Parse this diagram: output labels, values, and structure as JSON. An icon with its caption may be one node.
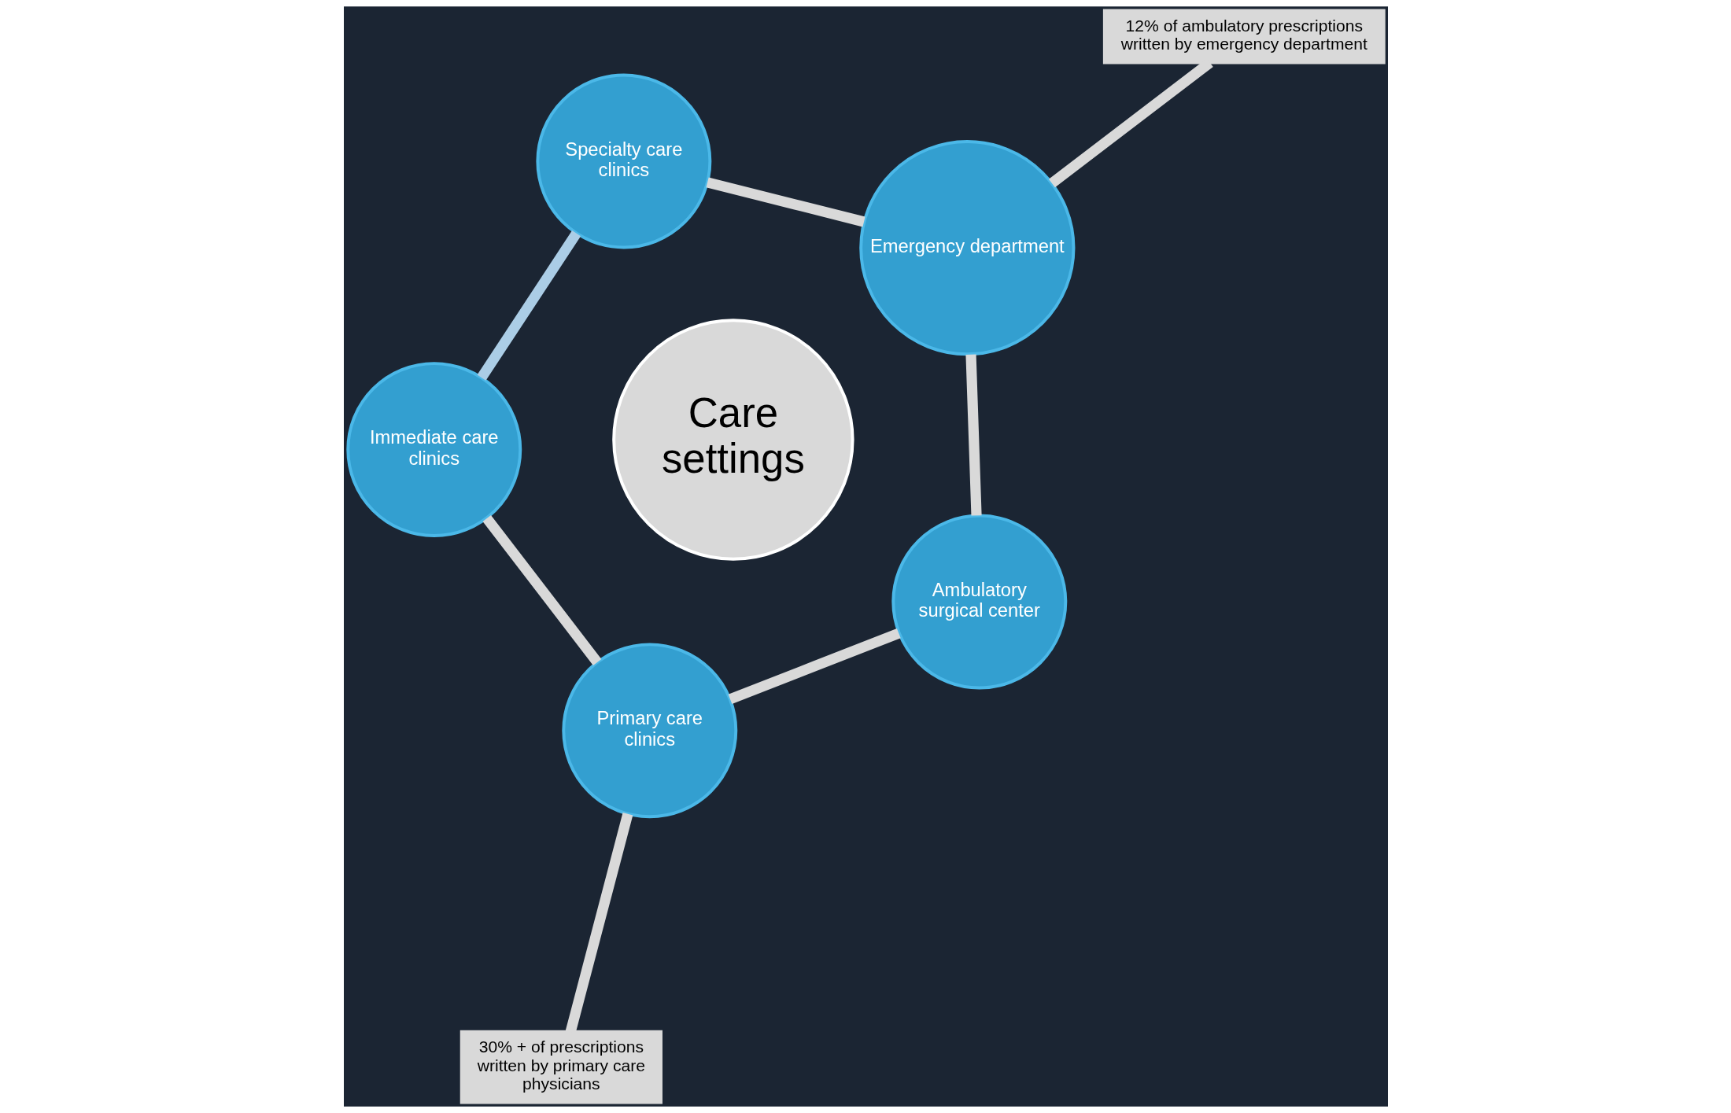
{
  "diagram": {
    "nodes": [
      {
        "text": [
          "Care settings"
        ]
      },
      {
        "text": [
          "Primary care clinics"
        ]
      },
      {
        "text": [
          "Immediate care clinics"
        ]
      },
      {
        "text": [
          "Specialty care clinics"
        ]
      },
      {
        "text": [
          "Emergency department"
        ]
      },
      {
        "text": [
          "Ambulatory surgical center"
        ]
      },
      {
        "text": [
          "30% + of prescriptions written by primary care physicians"
        ]
      },
      {
        "text": [
          "12% of ambulatory prescriptions written by emergency department"
        ]
      }
    ],
    "edges": [
      {
        "from": 1,
        "to": 2,
        "arrow": "none"
      },
      {
        "from": 2,
        "to": 3,
        "arrow": "none",
        "color": "#abcde6"
      },
      {
        "from": 3,
        "to": 4,
        "arrow": "none"
      },
      {
        "from": 4,
        "to": 5,
        "arrow": "none"
      },
      {
        "from": 5,
        "to": 1,
        "arrow": "none"
      },
      {
        "from": 6,
        "to": 1,
        "arrow": "none"
      },
      {
        "from": 7,
        "to": 4,
        "arrow": "none"
      }
    ]
  }
}
